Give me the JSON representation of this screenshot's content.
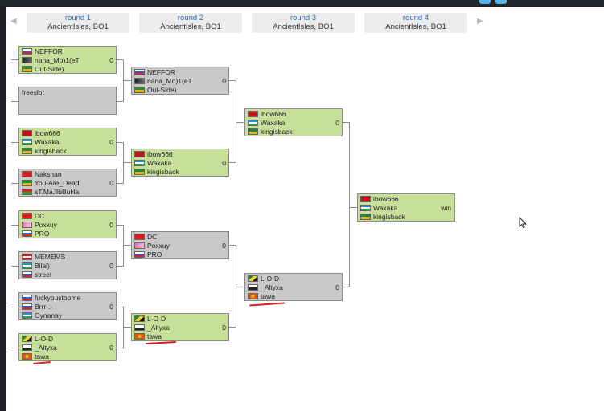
{
  "rounds": [
    {
      "round": "round 1",
      "map": "AncientIsles, BO1"
    },
    {
      "round": "round 2",
      "map": "AncientIsles, BO1"
    },
    {
      "round": "round 3",
      "map": "AncientIsles, BO1"
    },
    {
      "round": "round 4",
      "map": "AncientIsles, BO1"
    }
  ],
  "matches": {
    "r1m1": {
      "players": [
        "NEFFOR",
        "nana_Mo)1(eT",
        "Out-Side)"
      ],
      "score": "0"
    },
    "r1m2": {
      "players": [
        "freeslot"
      ],
      "score": ""
    },
    "r1m3": {
      "players": [
        "ibow666",
        "Waxaka",
        "kingisback"
      ],
      "score": "0"
    },
    "r1m4": {
      "players": [
        "Nakshan",
        "You-Are_Dead",
        "sT.MaJIbBuHa"
      ],
      "score": "0"
    },
    "r1m5": {
      "players": [
        "DC",
        "Poxxuy",
        "PRO"
      ],
      "score": "0"
    },
    "r1m6": {
      "players": [
        "MEMEMS",
        "Bilal)",
        "street"
      ],
      "score": "0"
    },
    "r1m7": {
      "players": [
        "fuckyoustopme",
        "Brrr-.-",
        "Oynanay"
      ],
      "score": "0"
    },
    "r1m8": {
      "players": [
        "L-O-D",
        "_Altyxa",
        "tawa"
      ],
      "score": "0"
    },
    "r2m1": {
      "players": [
        "NEFFOR",
        "nana_Mo)1(eT",
        "Out-Side)"
      ],
      "score": "0"
    },
    "r2m2": {
      "players": [
        "ibow666",
        "Waxaka",
        "kingisback"
      ],
      "score": "0"
    },
    "r2m3": {
      "players": [
        "DC",
        "Poxxuy",
        "PRO"
      ],
      "score": "0"
    },
    "r2m4": {
      "players": [
        "L-O-D",
        "_Altyxa",
        "tawa"
      ],
      "score": "0"
    },
    "r3m1": {
      "players": [
        "ibow666",
        "Waxaka",
        "kingisback"
      ],
      "score": "0"
    },
    "r3m2": {
      "players": [
        "L-O-D",
        "_Altyxa",
        "tawa"
      ],
      "score": "0"
    },
    "r4m1": {
      "players": [
        "ibow666",
        "Waxaka",
        "kingisback"
      ],
      "score": "win"
    }
  },
  "colors": {
    "winner_bg": "#c6e09a",
    "loser_bg": "#c9c9c9",
    "round_title": "#2d6fb7",
    "annotation": "#d81e1e"
  },
  "icons": [
    "arrow-left-icon",
    "arrow-right-icon",
    "flag-icon",
    "mouse-cursor-icon"
  ]
}
